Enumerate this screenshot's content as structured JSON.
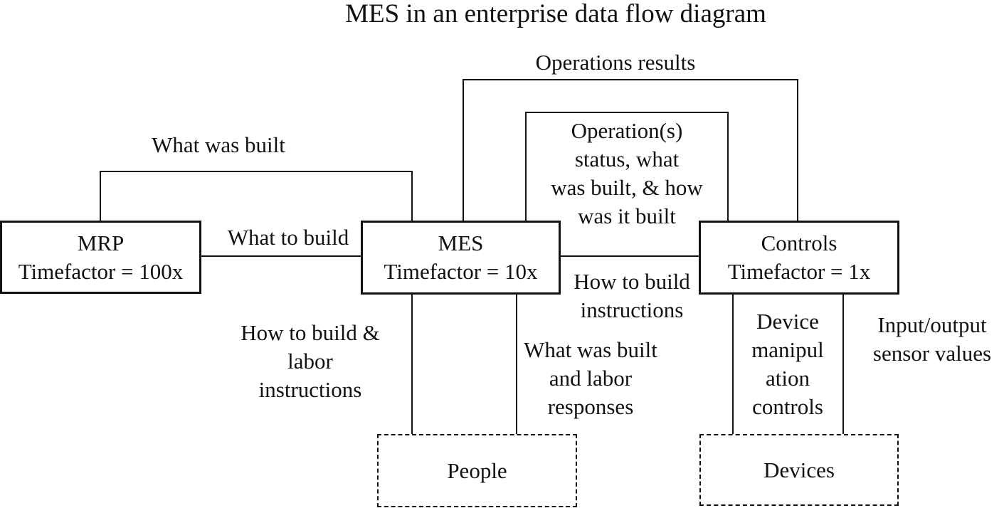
{
  "title": "MES in an enterprise data flow diagram",
  "colors": {
    "ink": "#111111",
    "background": "#ffffff"
  },
  "nodes": {
    "mrp": "MRP\nTimefactor = 100x",
    "mes": "MES\nTimefactor = 10x",
    "controls": "Controls\nTimefactor = 1x",
    "operation_status": "Operation(s)\nstatus, what\nwas built, & how\nwas it built",
    "people": "People",
    "devices": "Devices"
  },
  "edge_labels": {
    "operations_results": "Operations results",
    "what_was_built": "What was built",
    "what_to_build": "What to build",
    "how_to_build_instructions": "How to build\ninstructions",
    "how_to_build_labor_instructions": "How to build &\nlabor\ninstructions",
    "what_was_built_labor_responses": "What was built\nand labor\nresponses",
    "device_manipulation_controls": "Device\nmanipul\nation\ncontrols",
    "input_output_sensor_values": "Input/output\nsensor values"
  }
}
